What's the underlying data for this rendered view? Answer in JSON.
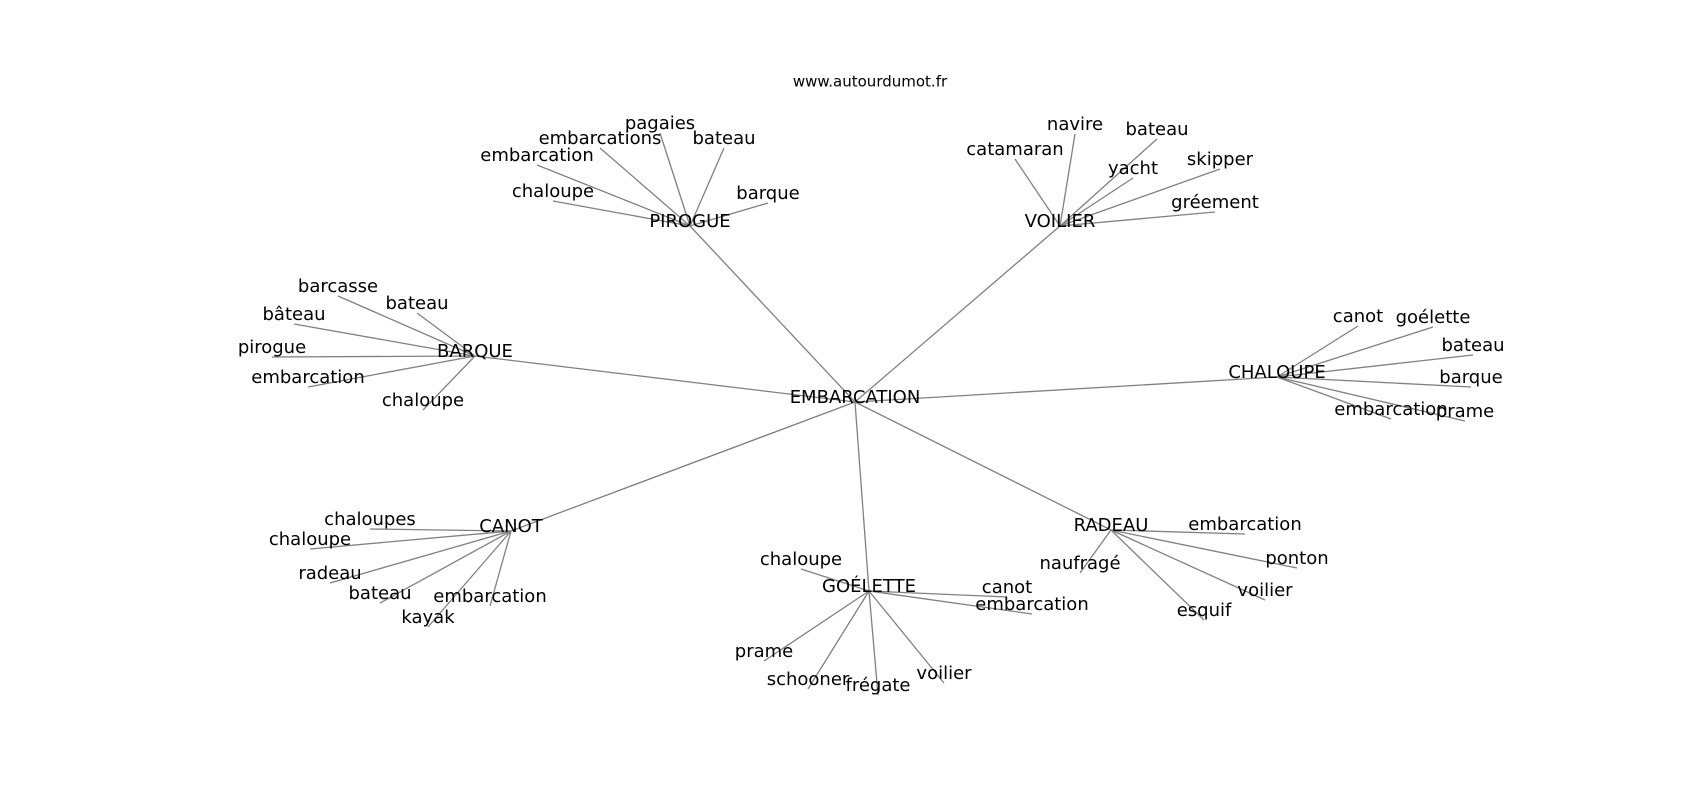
{
  "site": "www.autourdumot.fr",
  "center": "EMBARCATION",
  "colors": {
    "edge": "#808080",
    "text": "#000000",
    "background": "#ffffff"
  },
  "clusters": [
    {
      "id": "pirogue",
      "label": "PIROGUE",
      "leaves": [
        "pagaies",
        "embarcations",
        "bateau",
        "embarcation",
        "chaloupe",
        "barque"
      ]
    },
    {
      "id": "voilier",
      "label": "VOILIER",
      "leaves": [
        "navire",
        "bateau",
        "catamaran",
        "yacht",
        "skipper",
        "gréement"
      ]
    },
    {
      "id": "barque",
      "label": "BARQUE",
      "leaves": [
        "barcasse",
        "bateau",
        "bâteau",
        "pirogue",
        "embarcation",
        "chaloupe"
      ]
    },
    {
      "id": "chaloupe",
      "label": "CHALOUPE",
      "leaves": [
        "canot",
        "goélette",
        "bateau",
        "barque",
        "embarcation",
        "prame"
      ]
    },
    {
      "id": "canot",
      "label": "CANOT",
      "leaves": [
        "chaloupes",
        "chaloupe",
        "radeau",
        "bateau",
        "embarcation",
        "kayak"
      ]
    },
    {
      "id": "goelette",
      "label": "GOÉLETTE",
      "leaves": [
        "chaloupe",
        "canot",
        "embarcation",
        "prame",
        "schooner",
        "frégate",
        "voilier"
      ]
    },
    {
      "id": "radeau",
      "label": "RADEAU",
      "leaves": [
        "embarcation",
        "naufragé",
        "ponton",
        "voilier",
        "esquif"
      ]
    }
  ]
}
